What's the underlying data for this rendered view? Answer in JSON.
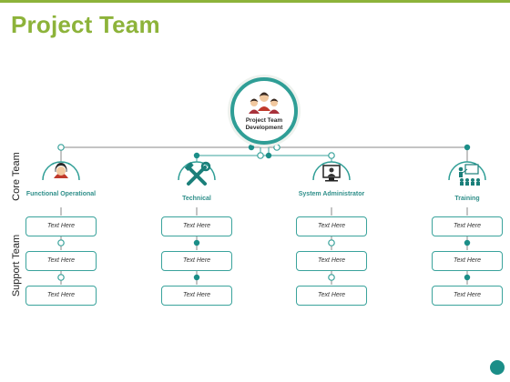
{
  "title": "Project Team",
  "center": {
    "label": "Project Team Development",
    "icon": "team-people-icon"
  },
  "row_labels": {
    "core": "Core Team",
    "support": "Support Team"
  },
  "columns": [
    {
      "id": "functional",
      "label": "Functional Operational",
      "icon": "operator-headset-icon",
      "boxes": [
        "Text Here",
        "Text Here",
        "Text Here"
      ]
    },
    {
      "id": "technical",
      "label": "Technical",
      "icon": "tools-icon",
      "boxes": [
        "Text Here",
        "Text Here",
        "Text Here"
      ]
    },
    {
      "id": "sysadmin",
      "label": "System Administrator",
      "icon": "computer-user-icon",
      "boxes": [
        "Text Here",
        "Text Here",
        "Text Here"
      ]
    },
    {
      "id": "training",
      "label": "Training",
      "icon": "presentation-icon",
      "boxes": [
        "Text Here",
        "Text Here",
        "Text Here"
      ]
    }
  ],
  "colors": {
    "accent_green": "#8db33a",
    "teal": "#3aa39c",
    "dark_teal": "#1b8e88"
  }
}
